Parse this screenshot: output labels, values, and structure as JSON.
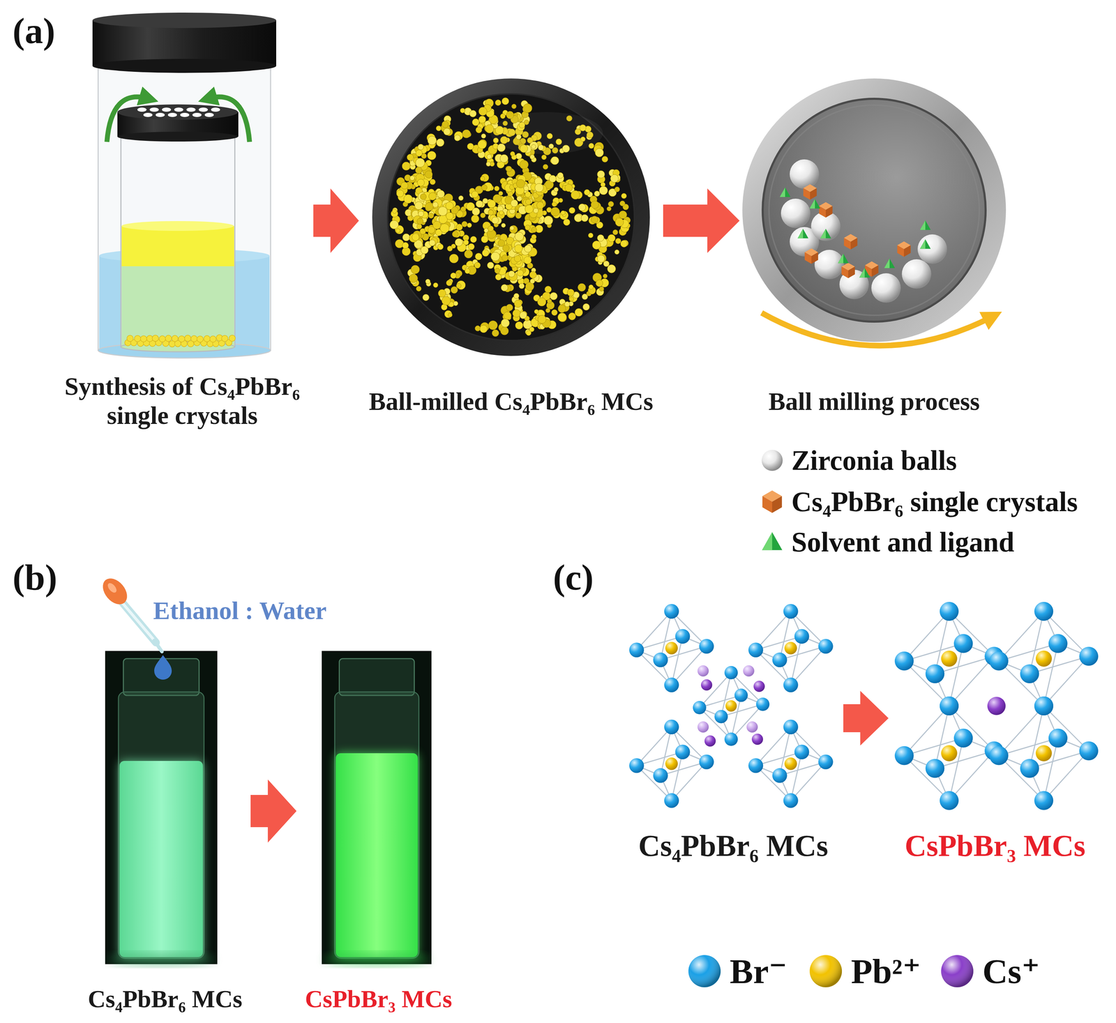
{
  "diagram": {
    "nodes": [
      {
        "text": [
          "Synthesis of Cs₄PbBr₆ single crystals"
        ]
      },
      {
        "text": [
          "Ball-milled Cs₄PbBr₆ MCs"
        ]
      },
      {
        "text": [
          "Ball milling process"
        ]
      },
      {
        "text": [
          "Cs₄PbBr₆ MCs"
        ]
      },
      {
        "text": [
          "CsPbBr₃ MCs"
        ]
      },
      {
        "text": [
          "Cs₄PbBr₆ MCs"
        ]
      },
      {
        "text": [
          "CsPbBr₃ MCs"
        ]
      }
    ],
    "edges": [
      {
        "from": 0,
        "to": 1,
        "arrow": "to"
      },
      {
        "from": 1,
        "to": 2,
        "arrow": "to"
      },
      {
        "from": 3,
        "to": 4,
        "arrow": "to"
      },
      {
        "from": 5,
        "to": 6,
        "arrow": "to"
      }
    ],
    "labels": [
      "(a)",
      "(b)",
      "(c)",
      "Ethanol : Water"
    ],
    "legend": [
      {
        "text": "Zirconia balls"
      },
      {
        "text": "Cs₄PbBr₆ single crystals"
      },
      {
        "text": "Solvent and ligand"
      },
      {
        "text": "Br⁻",
        "color": "#1aa0e6"
      },
      {
        "text": "Pb²⁺",
        "color": "#f2c200"
      },
      {
        "text": "Cs⁺",
        "color": "#8a3fc9"
      }
    ]
  }
}
